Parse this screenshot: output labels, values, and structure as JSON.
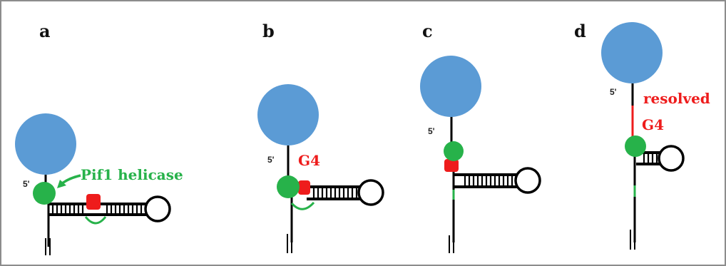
{
  "colors": {
    "bead": "#5b9bd5",
    "helicase": "#27b24a",
    "g4": "#ee1c1c",
    "dna": "#000000",
    "border": "#8c8c8c",
    "helicase_label": "#27b24a",
    "g4_label": "#ee1c1c"
  },
  "panels": [
    {
      "label": "a",
      "five_prime": "5'",
      "annotation": "Pif1 helicase"
    },
    {
      "label": "b",
      "five_prime": "5'",
      "annotation": "G4"
    },
    {
      "label": "c",
      "five_prime": "5'",
      "annotation": ""
    },
    {
      "label": "d",
      "five_prime": "5'",
      "annotation_line1": "resolved",
      "annotation_line2": "G4"
    }
  ]
}
